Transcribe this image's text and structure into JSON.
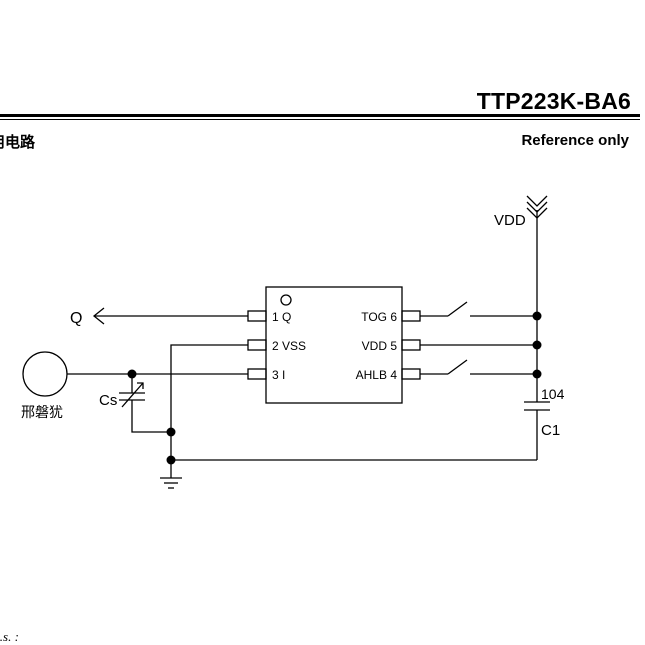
{
  "header": {
    "doc_title": "TTP223K-BA6",
    "section_title": "用电路",
    "reference_note": "Reference only"
  },
  "schematic": {
    "ic": {
      "pins": {
        "q": "1 Q",
        "vss": "2 VSS",
        "i": "3 I",
        "tog": "TOG 6",
        "vdd": "VDD 5",
        "ahlb": "AHLB 4"
      }
    },
    "labels": {
      "vdd": "VDD",
      "q": "Q",
      "cs": "Cs",
      "c1_value": "104",
      "c1_name": "C1",
      "pad": "邢磐犹"
    }
  },
  "footer": {
    "note": "e.s. :"
  }
}
